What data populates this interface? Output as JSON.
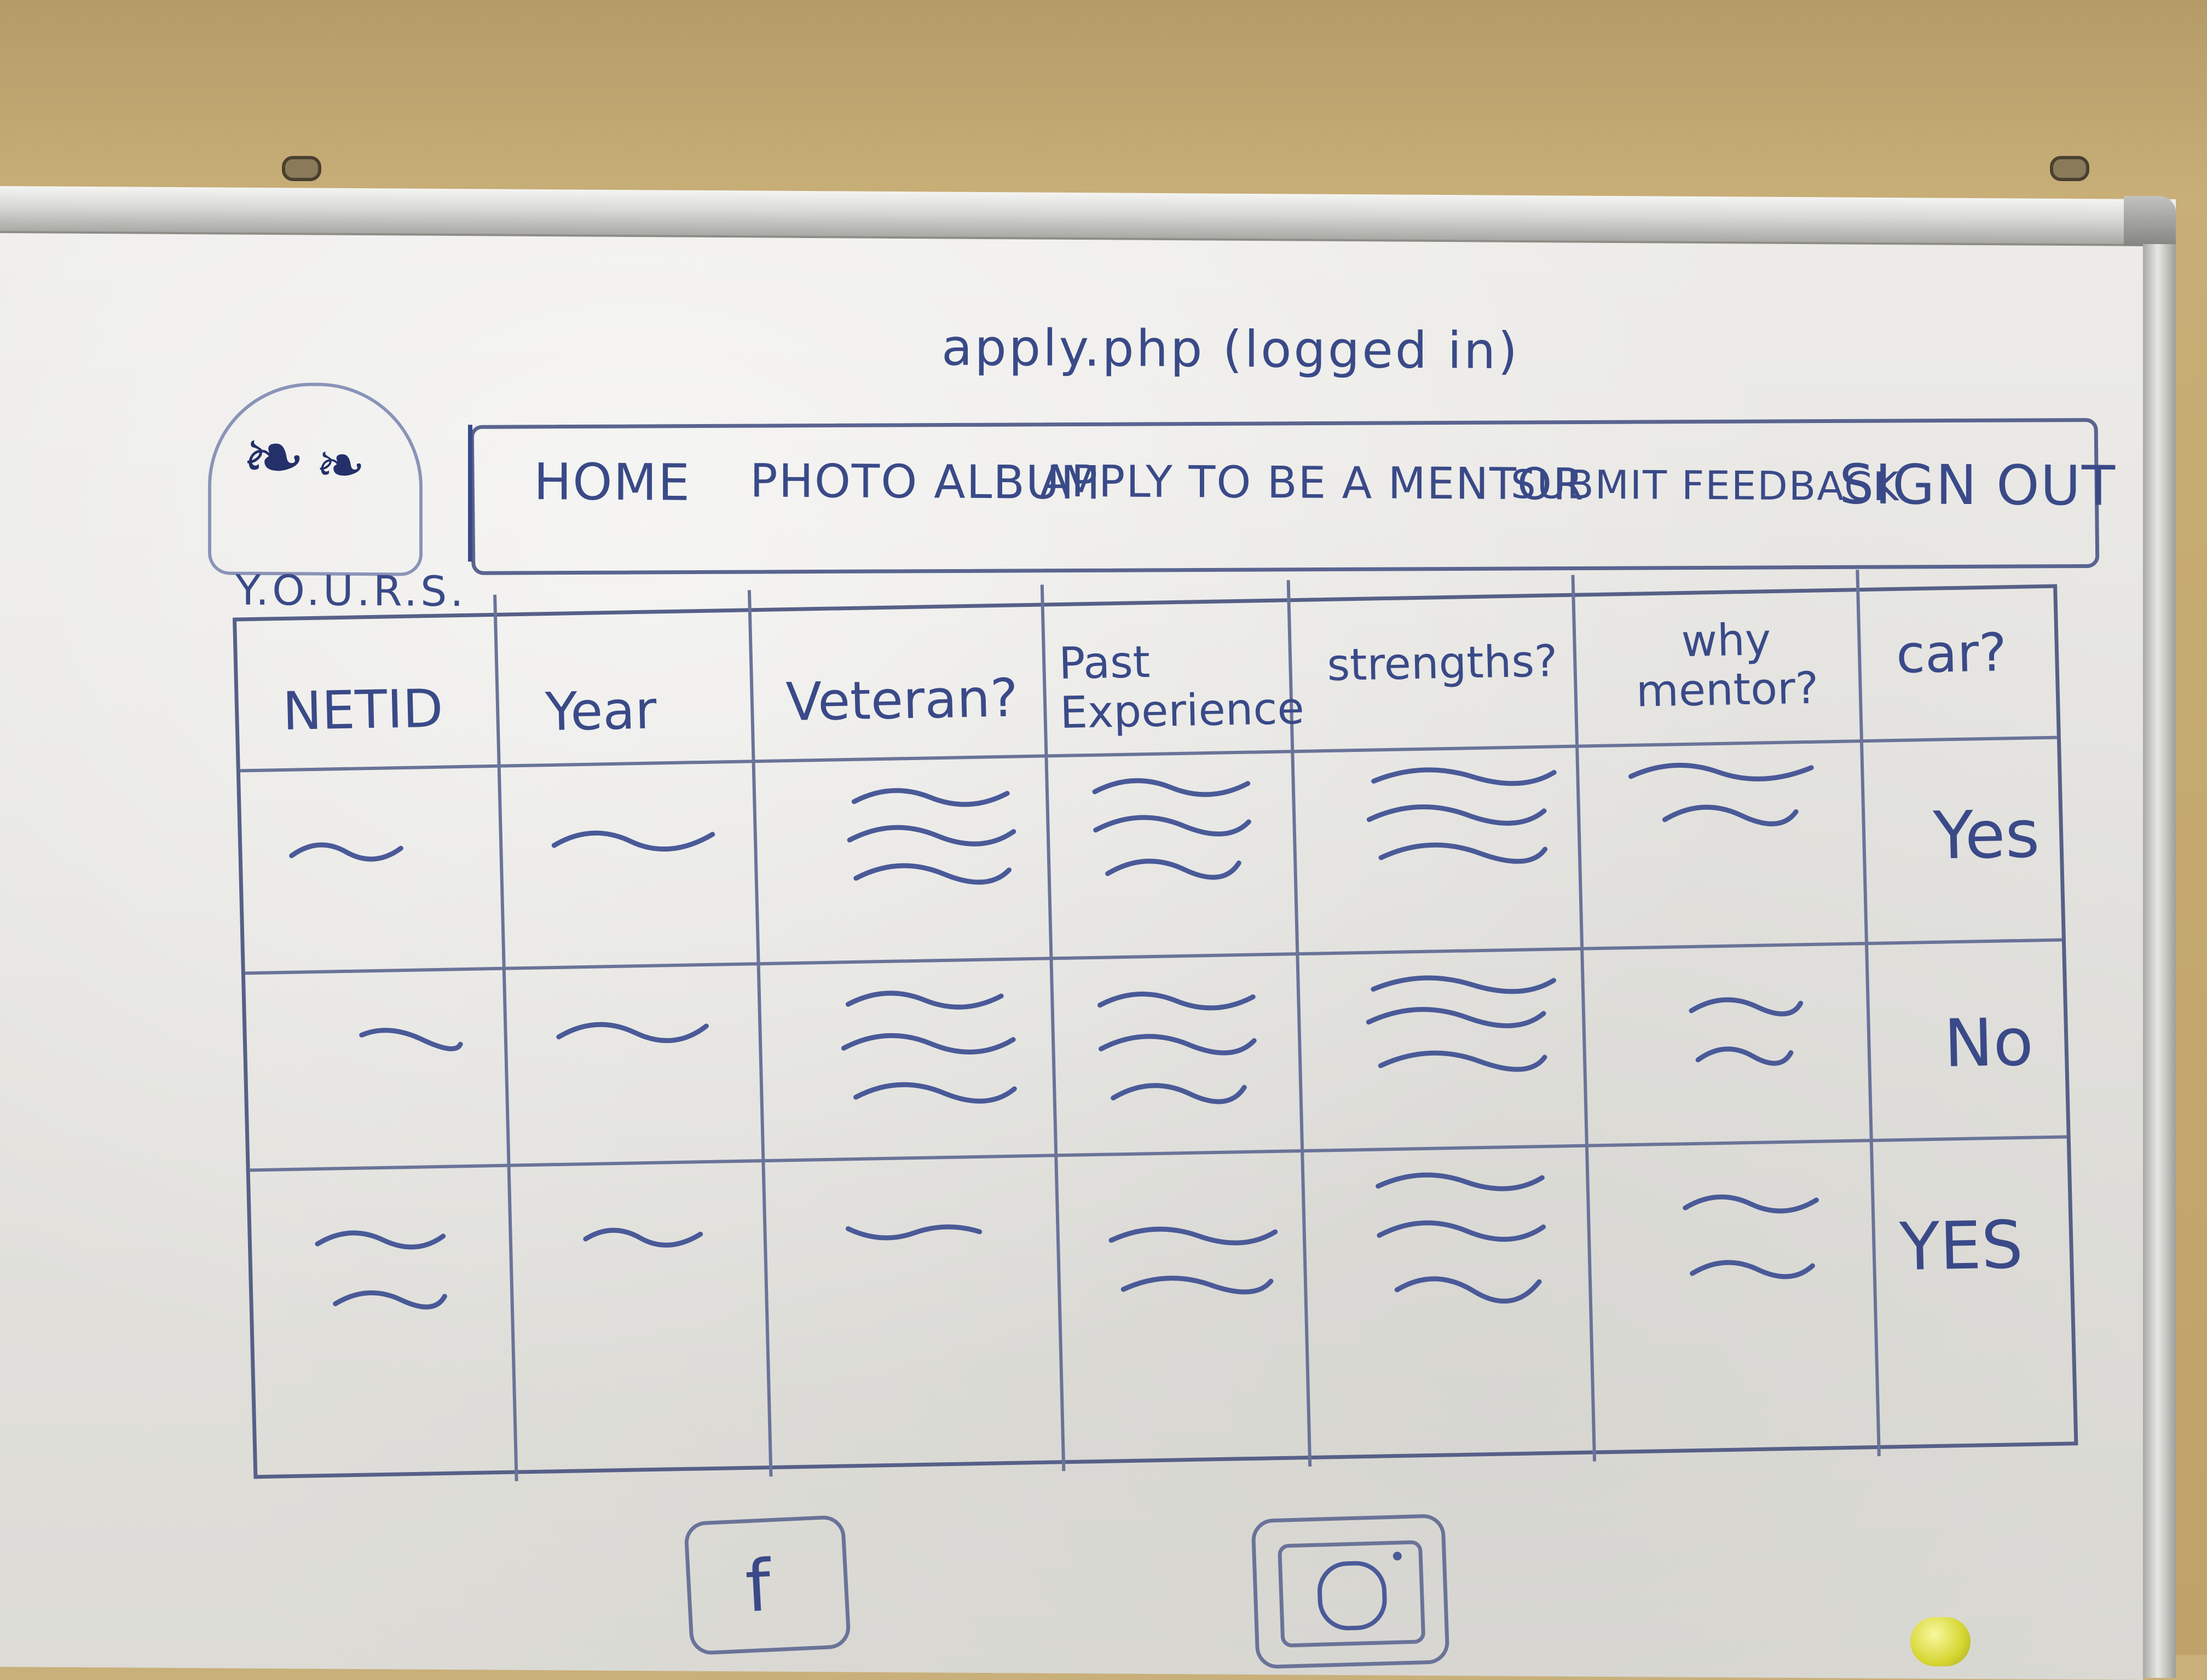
{
  "page_title": "apply.php (logged in)",
  "logo": {
    "icon": "two-people-icon",
    "text": "Y.O.U.R.S."
  },
  "nav": {
    "items": [
      "HOME",
      "PHOTO ALBUM",
      "APPLY TO BE A MENTOR",
      "SUBMIT FEEDBACK",
      "SIGN OUT"
    ]
  },
  "table": {
    "headers": [
      "NETID",
      "Year",
      "Veteran?",
      "Past Experience",
      "strengths?",
      "why mentor?",
      "car?"
    ],
    "car_values": [
      "Yes",
      "No",
      "YES"
    ]
  },
  "social": {
    "facebook_letter": "f",
    "icons": [
      "facebook-icon",
      "instagram-icon"
    ]
  },
  "colors": {
    "marker": "#3a4a88",
    "board": "#e6e5e1",
    "wall": "#c6ab72"
  }
}
